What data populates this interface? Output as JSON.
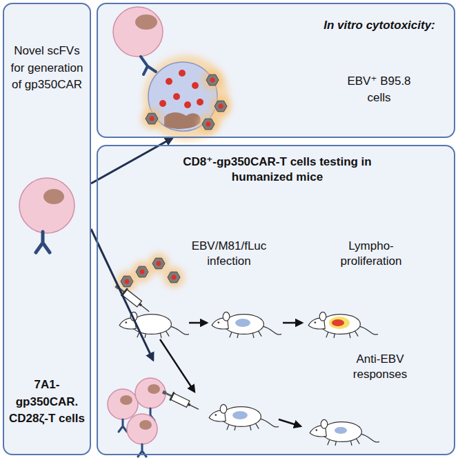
{
  "diagram": {
    "nodes": [
      {
        "text": [
          "Novel scFVs for generation of gp350CAR",
          "7A1-gp350CAR. CD28ζ-T cells"
        ]
      },
      {
        "text": [
          "In vitro cytotoxicity:",
          "EBV⁺ B95.8 cells"
        ]
      },
      {
        "text": [
          "CD8⁺-gp350CAR-T cells testing in humanized mice"
        ]
      }
    ],
    "edges": [
      {
        "from": 0,
        "to": 1,
        "arrow": "to"
      },
      {
        "from": 0,
        "to": 2,
        "arrow": "to"
      }
    ],
    "labels": [
      "EBV/M81/fLuc infection",
      "Lympho-proliferation",
      "Anti-EBV responses"
    ]
  }
}
